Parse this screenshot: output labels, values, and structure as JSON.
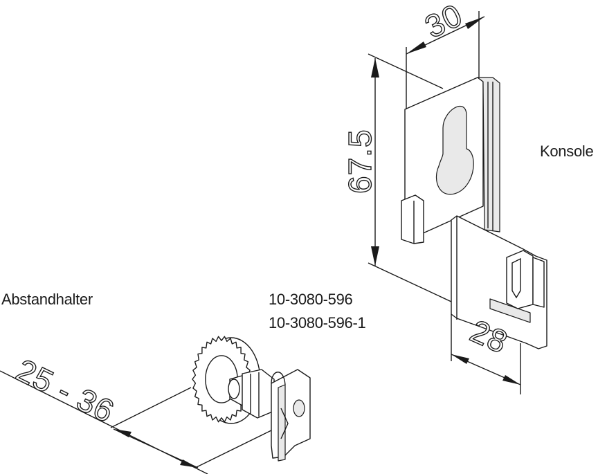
{
  "labels": {
    "spacer": "Abstandhalter",
    "bracket": "Konsole",
    "part_number_1": "10-3080-596",
    "part_number_2": "10-3080-596-1"
  },
  "dimensions": {
    "bracket_width": "30",
    "bracket_height": "67.5",
    "bracket_depth": "28",
    "spacer_range": "25 - 36"
  },
  "colors": {
    "line": "#1a1a1a",
    "background": "#ffffff"
  }
}
